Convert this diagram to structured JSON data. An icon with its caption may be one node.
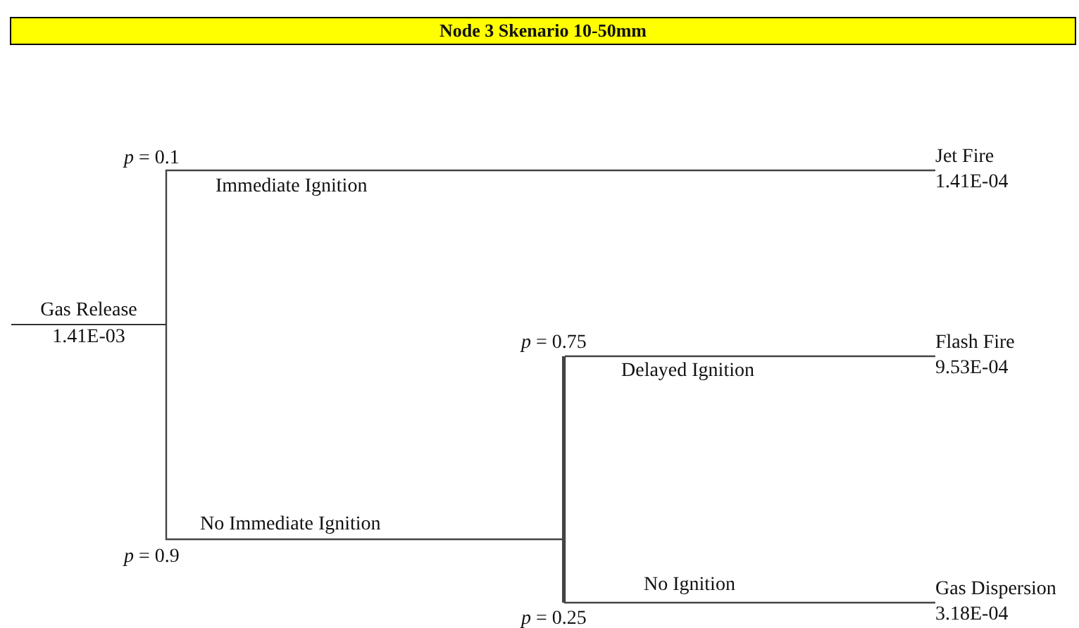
{
  "diagram": {
    "title": "Node 3 Skenario 10-50mm",
    "nodes": [
      {
        "text": [
          "Gas Release",
          "1.41E-03"
        ]
      },
      {
        "text": [
          "Jet Fire",
          "1.41E-04"
        ]
      },
      {
        "text": [],
        "shape": "bar"
      },
      {
        "text": [
          "Flash Fire",
          "9.53E-04"
        ]
      },
      {
        "text": [
          "Gas Dispersion",
          "3.18E-04"
        ]
      }
    ],
    "edges": [
      {
        "from": 0,
        "to": 1,
        "arrow": "none",
        "label": "Immediate Ignition"
      },
      {
        "from": 0,
        "to": 2,
        "arrow": "none",
        "label": "No Immediate Ignition"
      },
      {
        "from": 2,
        "to": 3,
        "arrow": "none",
        "label": "Delayed Ignition"
      },
      {
        "from": 2,
        "to": 4,
        "arrow": "none",
        "label": "No Ignition"
      }
    ],
    "labels": [
      "*p* = 0.1",
      "*p* = 0.75",
      "*p* = 0.9",
      "*p* = 0.25"
    ]
  }
}
